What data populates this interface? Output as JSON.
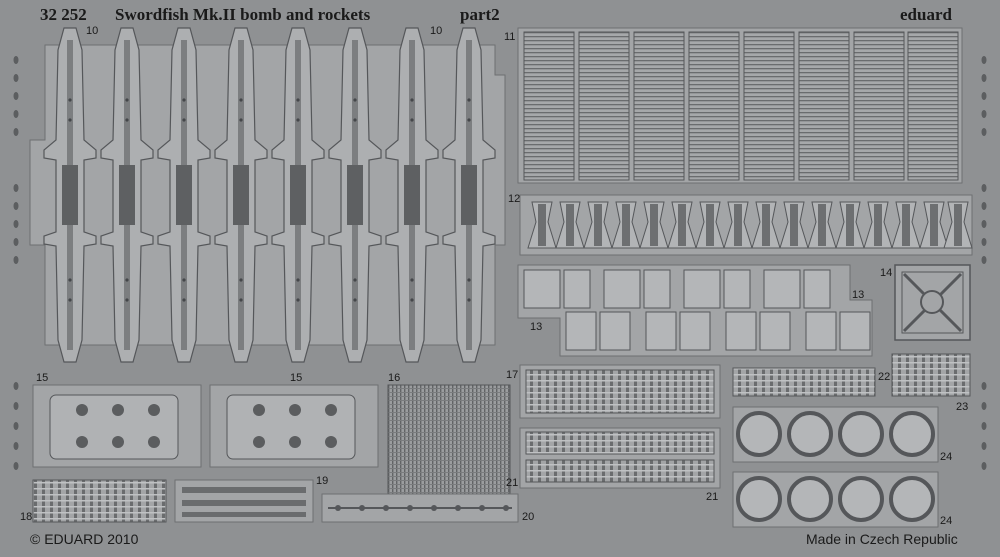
{
  "header": {
    "set_number": "32 252",
    "title": "Swordfish Mk.II bomb and rockets",
    "part": "part2",
    "brand": "eduard"
  },
  "footer": {
    "copyright": "© EDUARD 2010",
    "origin": "Made in Czech Republic"
  },
  "part_numbers": {
    "p10a": "10",
    "p10b": "10",
    "p11": "11",
    "p12": "12",
    "p13a": "13",
    "p13b": "13",
    "p14": "14",
    "p15a": "15",
    "p15b": "15",
    "p16": "16",
    "p17": "17",
    "p18": "18",
    "p19": "19",
    "p20": "20",
    "p21a": "21",
    "p21b": "21",
    "p22": "22",
    "p23": "23",
    "p24a": "24",
    "p24b": "24"
  },
  "colors": {
    "fret": "#8f9193",
    "part_fill": "#a3a5a7",
    "part_edge": "#6e7072",
    "dark": "#4a4c4e"
  }
}
